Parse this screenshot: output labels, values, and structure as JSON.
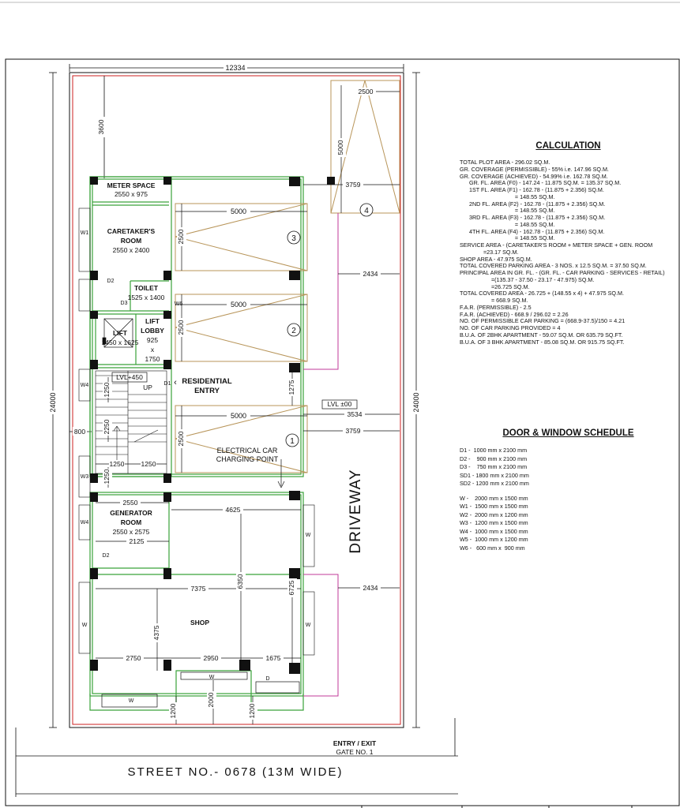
{
  "dims": {
    "plot_width": "12334",
    "plot_depth": "24000",
    "front_setback_top": "3600",
    "side_gap_left": "800",
    "bay4_width": "2500",
    "bay4_length": "5000",
    "right_gap_1": "3759",
    "right_gap_2": "2434",
    "right_gap_3": "3534",
    "right_gap_4": "3759",
    "right_gap_5": "2434",
    "bay_length": "5000",
    "bay_width": "2500",
    "gap_1275": "1275",
    "stair_2250": "2250",
    "stair_1250_a": "1250",
    "stair_1250_b": "1250",
    "stair_1250_c": "1250",
    "stair_1250_d": "1250",
    "gen_2550": "2550",
    "gen_2125": "2125",
    "span_4625": "4625",
    "shop_7375": "7375",
    "shop_6350": "6350",
    "shop_6725": "6725",
    "shop_4375": "4375",
    "shop_2750": "2750",
    "shop_2950": "2950",
    "shop_1675": "1675",
    "front_1200_a": "1200",
    "front_2000": "2000",
    "front_1200_b": "1200"
  },
  "rooms": {
    "meter_space": "METER SPACE",
    "meter_dim": "2550 x 975",
    "caretaker_1": "CARETAKER'S",
    "caretaker_2": "ROOM",
    "caretaker_dim": "2550 x 2400",
    "toilet": "TOILET",
    "toilet_dim": "1525 x 1400",
    "lift": "LIFT",
    "lift_dim": "1450 x 1625",
    "lift_lobby_1": "LIFT",
    "lift_lobby_2": "LOBBY",
    "lift_lobby_dim_1": "925",
    "lift_lobby_dim_2": "x",
    "lift_lobby_dim_3": "1750",
    "level_450": "LVL+450",
    "up": "UP",
    "residential_1": "RESIDENTIAL",
    "residential_2": "ENTRY",
    "level_00": "LVL ±00",
    "ev_1": "ELECTRICAL CAR",
    "ev_2": "CHARGING POINT",
    "generator_1": "GENERATOR",
    "generator_2": "ROOM",
    "generator_dim": "2550 x 2575",
    "shop": "SHOP",
    "driveway": "DRIVEWAY",
    "entry_exit": "ENTRY / EXIT",
    "gate": "GATE NO. 1",
    "street": "STREET NO.- 0678  (13M WIDE)"
  },
  "bays": [
    "1",
    "2",
    "3",
    "4"
  ],
  "openings": {
    "w1": "W1",
    "d2_top": "D2",
    "d3": "D3",
    "w6": "W6",
    "d1": "D1",
    "w4_a": "W4",
    "w3": "W3",
    "w4_b": "W4",
    "d2_gen": "D2",
    "w_gen_right": "W",
    "w_shop_left": "W",
    "w_shop_right": "W",
    "w_front_a": "W",
    "w_front_b": "W",
    "d_front": "D"
  },
  "calculation": {
    "heading": "CALCULATION",
    "lines": [
      "TOTAL PLOT AREA - 296.02 SQ.M.",
      "GR. COVERAGE (PERMISSIBLE) - 55% i.e. 147.96 SQ.M.",
      "GR. COVERAGE (ACHIEVED) - 54.99% i.e. 162.78 SQ.M.",
      "      GR. FL. AREA (F0) - 147.24 - 11.875 SQ.M. = 135.37 SQ.M.",
      "      1ST FL. AREA (F1) - 162.78 - (11.875 + 2.356) SQ.M.",
      "                                   = 148.55 SQ.M.",
      "      2ND FL. AREA (F2) - 162.78 - (11.875 + 2.356) SQ.M.",
      "                                   = 148.55 SQ.M.",
      "      3RD FL. AREA (F3) - 162.78 - (11.875 + 2.356) SQ.M.",
      "                                   = 148.55 SQ.M.",
      "      4TH FL. AREA (F4) - 162.78 - (11.875 + 2.356) SQ.M.",
      "                                   = 148.55 SQ.M.",
      "SERVICE AREA - (CARETAKER'S ROOM + METER SPACE + GEN. ROOM",
      "               =23.17 SQ.M.",
      "SHOP AREA - 47.975 SQ.M.",
      "TOTAL COVERED PARKING AREA - 3 NOS. x 12.5 SQ.M. = 37.50 SQ.M.",
      "PRINCIPAL AREA IN GR. FL. - (GR. FL. - CAR PARKING - SERVICES - RETAIL)",
      "                    =(135.37 - 37.50 - 23.17 - 47.975) SQ.M.",
      "                    =26.725 SQ.M.",
      "TOTAL COVERED AREA - 26.725 + (148.55 x 4) + 47.975 SQ.M.",
      "                    = 668.9 SQ.M.",
      "F.A.R. (PERMISSIBLE) - 2.5",
      "F.A.R. (ACHIEVED) - 668.9 / 296.02 = 2.26",
      "NO. OF PERMISSIBLE CAR PARKING = (668.9-37.5)/150 = 4.21",
      "NO. OF CAR PARKING PROVIDED = 4",
      "B.U.A. OF 2BHK APARTMENT - 59.07 SQ.M. OR 635.79 SQ.FT.",
      "B.U.A. OF 3 BHK APARTMENT - 85.08 SQ.M. OR 915.75 SQ.FT."
    ]
  },
  "schedule": {
    "heading": "DOOR & WINDOW SCHEDULE",
    "doors": [
      "D1 -  1000 mm x 2100 mm",
      "D2 -    900 mm x 2100 mm",
      "D3 -    750 mm x 2100 mm",
      "SD1 - 1800 mm x 2100 mm",
      "SD2 - 1200 mm x 2100 mm"
    ],
    "windows": [
      "W -    2000 mm x 1500 mm",
      "W1 -  1500 mm x 1500 mm",
      "W2 -  2000 mm x 1200 mm",
      "W3 -  1200 mm x 1500 mm",
      "W4 -  1000 mm x 1500 mm",
      "W5 -  1000 mm x 1200 mm",
      "W6 -   600 mm x  900 mm"
    ]
  },
  "colors": {
    "wall": "#3aa23a",
    "boundary": "#cc2222",
    "parking": "#b8955a",
    "driveway_edge": "#c0399a",
    "column": "#111111",
    "dimension": "#111111"
  }
}
